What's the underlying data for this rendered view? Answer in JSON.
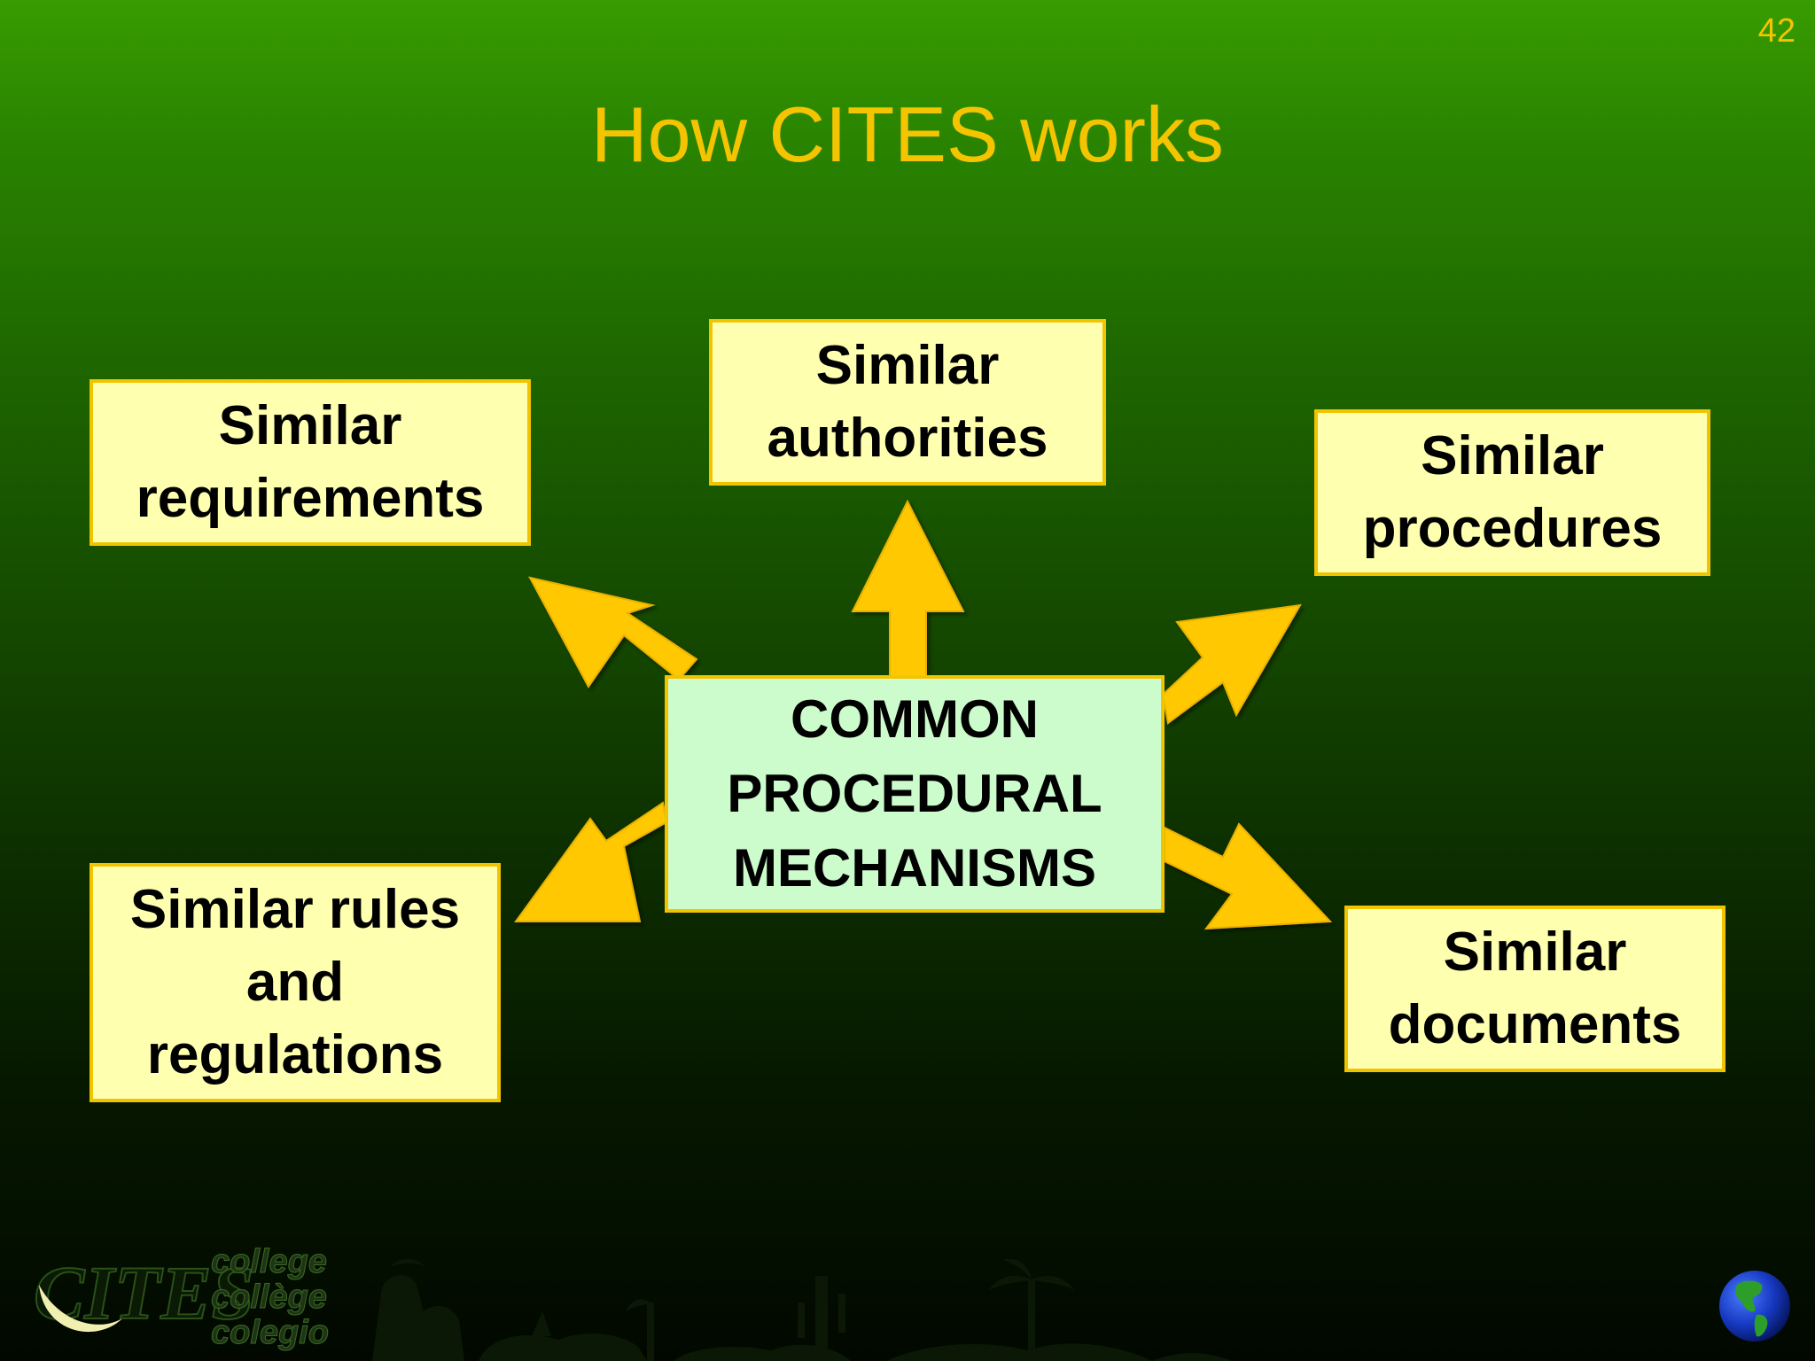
{
  "slide": {
    "number": "42",
    "title": "How CITES works"
  },
  "diagram": {
    "center": {
      "lines": [
        "COMMON",
        "PROCEDURAL",
        "MECHANISMS"
      ]
    },
    "nodes": {
      "requirements": {
        "lines": [
          "Similar",
          "requirements"
        ]
      },
      "authorities": {
        "lines": [
          "Similar",
          "authorities"
        ]
      },
      "procedures": {
        "lines": [
          "Similar",
          "procedures"
        ]
      },
      "rules": {
        "lines": [
          "Similar rules",
          "and",
          "regulations"
        ]
      },
      "documents": {
        "lines": [
          "Similar",
          "documents"
        ]
      }
    },
    "colors": {
      "node_fill": "#ffffb0",
      "center_fill": "#ccfbcc",
      "border": "#f2c400",
      "arrow": "#ffc800",
      "title": "#f4c400"
    }
  },
  "footer": {
    "logo_text": "CITES",
    "logo_words": [
      "college",
      "collège",
      "colegio"
    ],
    "globe_icon": "globe-icon"
  }
}
